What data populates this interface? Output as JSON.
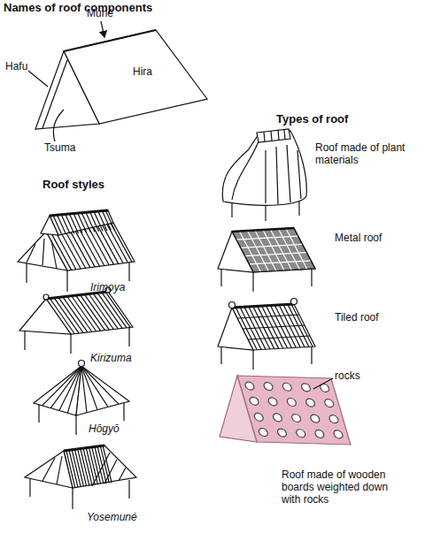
{
  "diagram": {
    "labels": [
      "Names of roof components",
      "Muné",
      "Hafu",
      "Hira",
      "Tsuma",
      "Types of roof",
      "Roof made of plant materials",
      "Roof styles",
      "Metal roof",
      "Irimoya",
      "Tiled roof",
      "Kirizuma",
      "rocks",
      "Hōgyō",
      "Roof made of wooden boards weighted down with rocks",
      "Yosemuné"
    ]
  }
}
